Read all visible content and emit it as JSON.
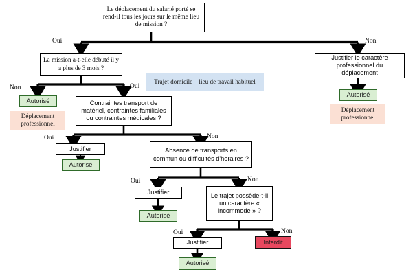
{
  "diagram": {
    "title": "Arbre de decision - deplacement du salarie porte",
    "colors": {
      "authorized_fill": "#d9eed2",
      "authorized_border": "#2f6b2a",
      "forbidden_fill": "#e8485f",
      "note_pink_fill": "#fbe0d4",
      "note_blue_fill": "#d3e2f2",
      "box_border": "#000000",
      "background": "#ffffff"
    },
    "nodes": {
      "q_root": "Le déplacement du salarié porté se rend-il tous les jours sur le même lieu de mission ?",
      "q_mission_3mois": "La mission a-t-elle débuté il y a plus de 3 mois ?",
      "q_contraintes": "Contraintes transport de matériel, contraintes familiales ou contraintes médicales ?",
      "q_absence_transports": "Absence de transports en commun ou difficultés d'horaires ?",
      "q_incommode": "Le trajet possède-t-il un caractère « incommode » ?",
      "a_justifier_caractere": "Justifier le caractère professionnel du déplacement",
      "a_justifier_1": "Justifier",
      "a_justifier_2": "Justifier",
      "a_justifier_3": "Justifier",
      "t_autorise_right": "Autorisé",
      "t_autorise_left": "Autorisé",
      "t_autorise_mid1": "Autorisé",
      "t_autorise_mid2": "Autorisé",
      "t_autorise_bottom": "Autorisé",
      "t_interdit": "Interdit",
      "n_deplacement_left": "Déplacement professionnel",
      "n_deplacement_right": "Déplacement professionnel",
      "n_trajet_domicile": "Trajet domicile – lieu de travail habituel"
    },
    "edge_labels": {
      "root_oui": "Oui",
      "root_non": "Non",
      "mission_non": "Non",
      "mission_oui": "Oui",
      "contraintes_oui": "Oui",
      "contraintes_non": "Non",
      "absence_oui": "Oui",
      "absence_non": "Non",
      "incommode_oui": "Oui",
      "incommode_non": "Non"
    }
  }
}
